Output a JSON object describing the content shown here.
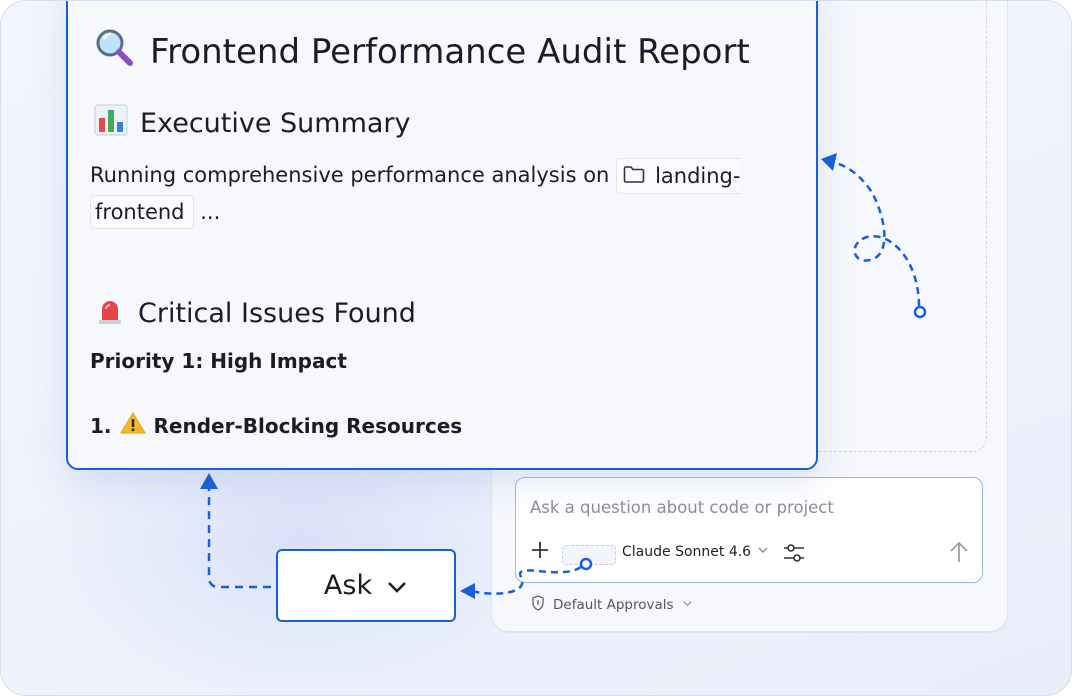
{
  "report": {
    "title": "Frontend Performance Audit Report",
    "title_icon": "magnifier-icon",
    "sections": {
      "executive": {
        "heading": "Executive Summary",
        "icon": "bar-chart-icon",
        "text_before": "Running comprehensive performance analysis on",
        "folder_chip": "landing-",
        "folder_chip_cont": "frontend",
        "text_after": "..."
      },
      "critical": {
        "heading": "Critical Issues Found",
        "icon": "siren-icon",
        "priority": "Priority 1: High Impact",
        "issue_number": "1.",
        "issue_icon": "warning-icon",
        "issue_title": "Render-Blocking Resources"
      }
    }
  },
  "ask_button": {
    "label": "Ask"
  },
  "chat": {
    "placeholder": "Ask a question about code or project",
    "model": "Claude Sonnet 4.6",
    "approvals": "Default Approvals"
  },
  "colors": {
    "accent": "#1760d8",
    "card_bg": "#f7f8fc",
    "page_bg": "#eef2fc"
  }
}
